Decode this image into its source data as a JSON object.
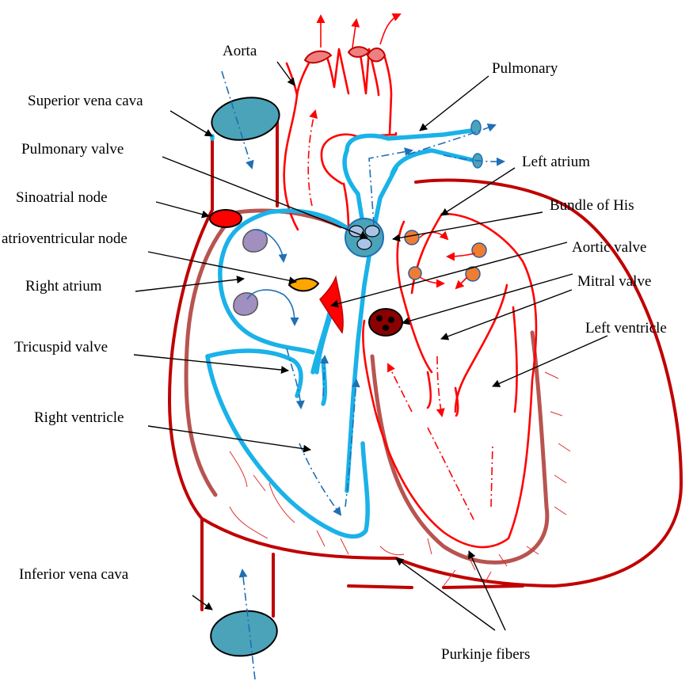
{
  "labels": {
    "aorta": "Aorta",
    "pulmonary": "Pulmonary",
    "superior_vena_cava": "Superior vena cava",
    "pulmonary_valve": "Pulmonary valve",
    "left_atrium": "Left atrium",
    "sinoatrial_node": "Sinoatrial node",
    "bundle_of_his": "Bundle of His",
    "atrioventricular_node": "atrioventricular node",
    "aortic_valve": "Aortic valve",
    "right_atrium": "Right atrium",
    "mitral_valve": "Mitral valve",
    "tricuspid_valve": "Tricuspid valve",
    "left_ventricle": "Left ventricle",
    "right_ventricle": "Right ventricle",
    "inferior_vena_cava": "Inferior vena cava",
    "purkinje_fibers": "Purkinje fibers"
  },
  "colors": {
    "outer_wall": "#c00000",
    "inner_wall": "#b85450",
    "oxygenated": "#ff0000",
    "deoxygenated": "#1ab2e8",
    "vessel_fill": "#4aa3b8",
    "node_orange": "#ed7d31",
    "blob_lilac": "#a08fbf"
  }
}
